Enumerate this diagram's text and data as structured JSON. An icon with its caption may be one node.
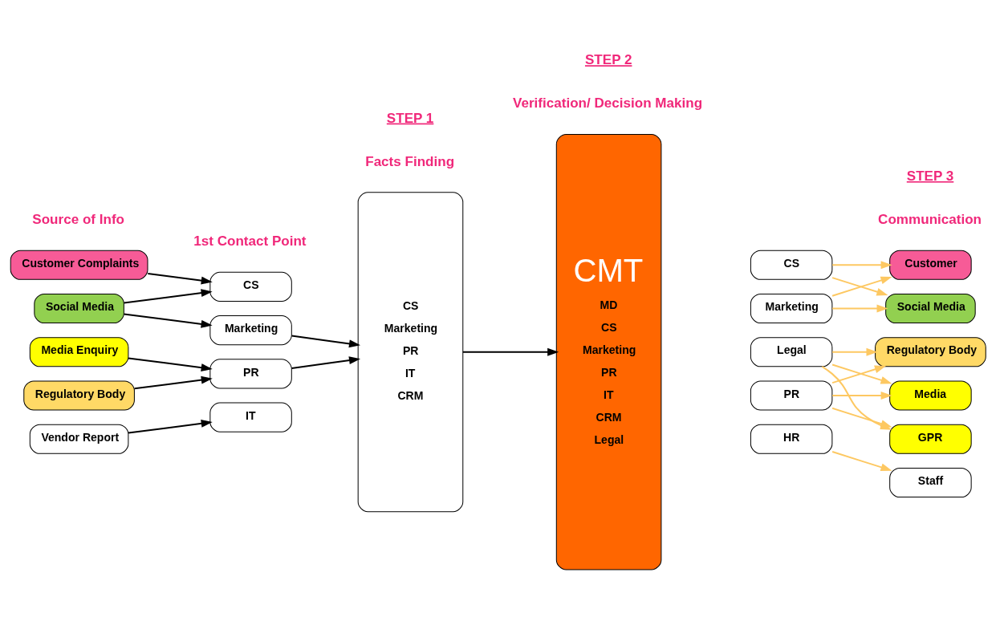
{
  "diagram": {
    "nodes": [
      {
        "text": [
          "Customer Complaints"
        ]
      },
      {
        "text": [
          "Social Media"
        ]
      },
      {
        "text": [
          "Media Enquiry"
        ]
      },
      {
        "text": [
          "Regulatory Body"
        ]
      },
      {
        "text": [
          "Vendor Report"
        ]
      },
      {
        "text": [
          "CS"
        ]
      },
      {
        "text": [
          "Marketing"
        ]
      },
      {
        "text": [
          "PR"
        ]
      },
      {
        "text": [
          "IT"
        ]
      },
      {
        "text": [
          "CS",
          "Marketing",
          "PR",
          "IT",
          "CRM"
        ]
      },
      {
        "text": [
          "CMT",
          "MD",
          "CS",
          "Marketing",
          "PR",
          "IT",
          "CRM",
          "Legal"
        ]
      },
      {
        "text": [
          "CS"
        ]
      },
      {
        "text": [
          "Marketing"
        ]
      },
      {
        "text": [
          "Legal"
        ]
      },
      {
        "text": [
          "PR"
        ]
      },
      {
        "text": [
          "HR"
        ]
      },
      {
        "text": [
          "Customer"
        ]
      },
      {
        "text": [
          "Social Media"
        ]
      },
      {
        "text": [
          "Regulatory Body"
        ]
      },
      {
        "text": [
          "Media"
        ]
      },
      {
        "text": [
          "GPR"
        ]
      },
      {
        "text": [
          "Staff"
        ]
      }
    ],
    "edges": [
      {
        "from": 0,
        "to": 5,
        "arrow": "to",
        "color": "#000000"
      },
      {
        "from": 1,
        "to": 5,
        "arrow": "to",
        "color": "#000000"
      },
      {
        "from": 1,
        "to": 6,
        "arrow": "to",
        "color": "#000000"
      },
      {
        "from": 2,
        "to": 7,
        "arrow": "to",
        "color": "#000000"
      },
      {
        "from": 3,
        "to": 7,
        "arrow": "to",
        "color": "#000000"
      },
      {
        "from": 4,
        "to": 8,
        "arrow": "to",
        "color": "#000000"
      },
      {
        "from": 6,
        "to": 9,
        "arrow": "to",
        "color": "#000000"
      },
      {
        "from": 7,
        "to": 9,
        "arrow": "to",
        "color": "#000000"
      },
      {
        "from": 9,
        "to": 10,
        "arrow": "to",
        "color": "#000000"
      },
      {
        "from": 11,
        "to": 16,
        "arrow": "to",
        "color": "#fdc862"
      },
      {
        "from": 11,
        "to": 17,
        "arrow": "to",
        "color": "#fdc862"
      },
      {
        "from": 12,
        "to": 16,
        "arrow": "to",
        "color": "#fdc862"
      },
      {
        "from": 12,
        "to": 17,
        "arrow": "to",
        "color": "#fdc862"
      },
      {
        "from": 13,
        "to": 18,
        "arrow": "to",
        "color": "#fdc862"
      },
      {
        "from": 13,
        "to": 19,
        "arrow": "to",
        "color": "#fdc862"
      },
      {
        "from": 13,
        "to": 20,
        "arrow": "to",
        "color": "#fdc862"
      },
      {
        "from": 14,
        "to": 18,
        "arrow": "to",
        "color": "#fdc862"
      },
      {
        "from": 14,
        "to": 19,
        "arrow": "to",
        "color": "#fdc862"
      },
      {
        "from": 14,
        "to": 20,
        "arrow": "to",
        "color": "#fdc862"
      },
      {
        "from": 15,
        "to": 21,
        "arrow": "to",
        "color": "#fdc862"
      }
    ],
    "labels": [
      "Source of Info",
      "1st Contact Point",
      "STEP 1",
      "Facts Finding",
      "STEP 2",
      "Verification/ Decision Making",
      "STEP 3",
      "Communication"
    ]
  }
}
